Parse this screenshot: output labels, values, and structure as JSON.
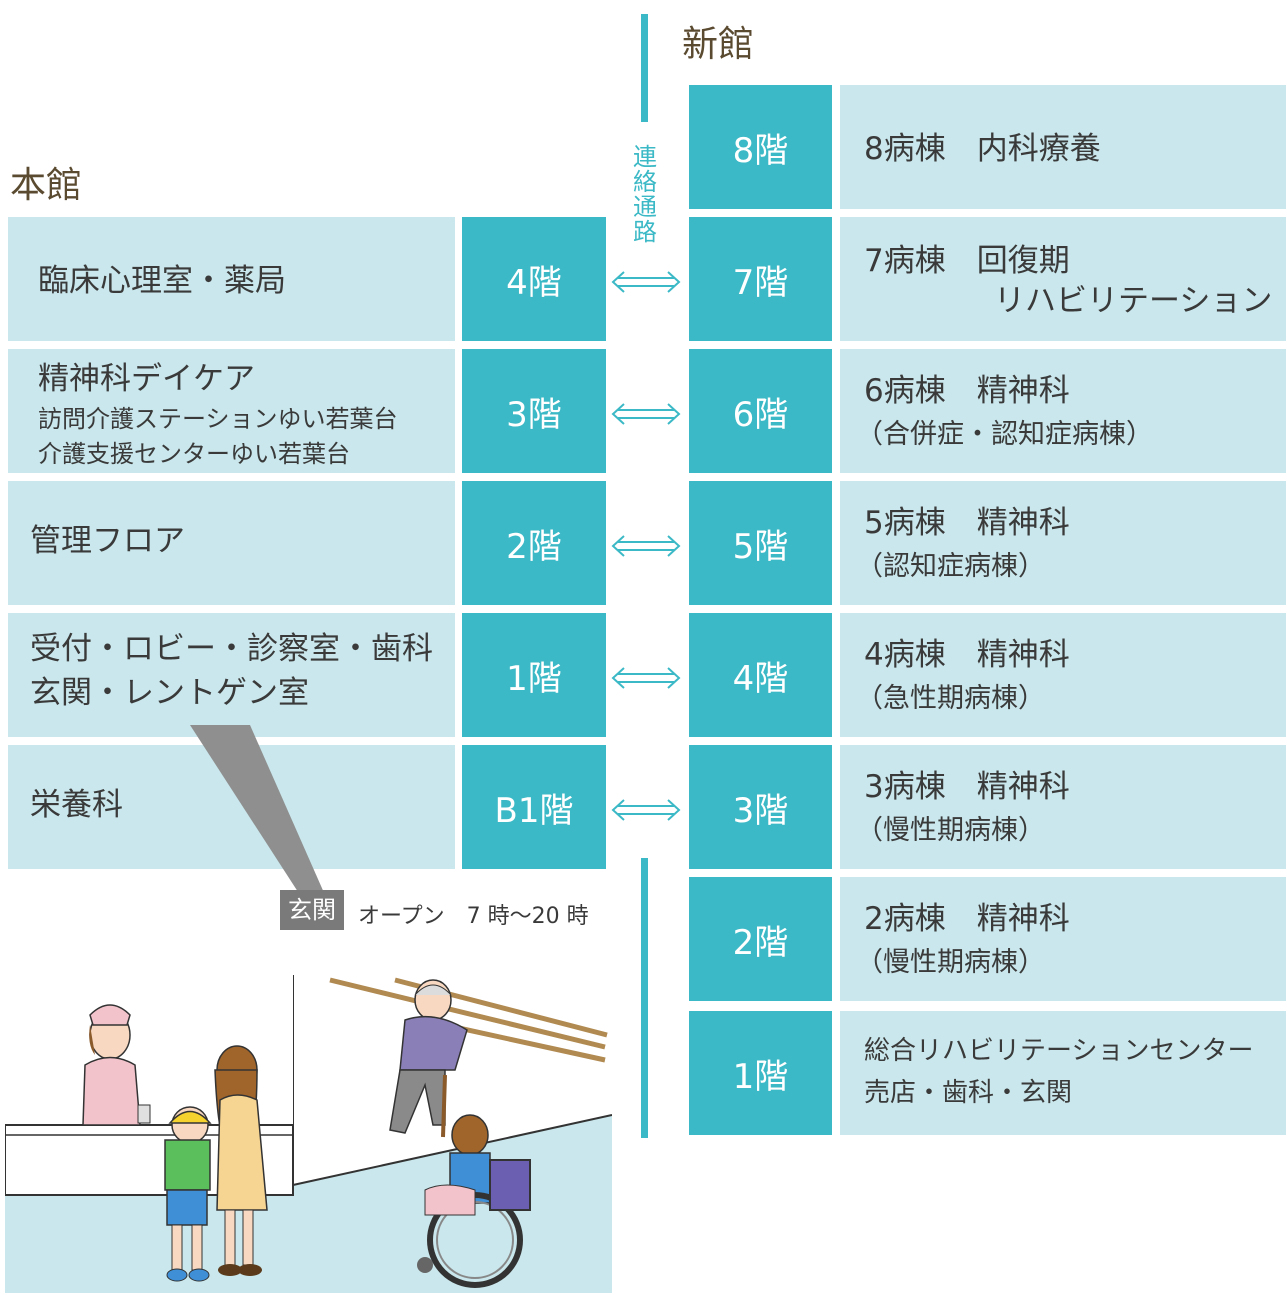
{
  "honkan": {
    "title": "本館",
    "floors": [
      {
        "floor": "4階",
        "depts": [
          "臨床心理室・薬局"
        ]
      },
      {
        "floor": "3階",
        "depts": [
          "精神科デイケア",
          "訪問介護ステーションゆい若葉台",
          "介護支援センターゆい若葉台"
        ]
      },
      {
        "floor": "2階",
        "depts": [
          "管理フロア"
        ]
      },
      {
        "floor": "1階",
        "depts": [
          "受付・ロビー・診察室・歯科",
          "玄関・レントゲン室"
        ]
      },
      {
        "floor": "B1階",
        "depts": [
          "栄養科"
        ]
      }
    ],
    "entrance": {
      "tag": "玄関",
      "hours": "オープン　7 時〜20 時"
    }
  },
  "connector": {
    "label": "連絡通路",
    "chars": [
      "連",
      "絡",
      "通",
      "路"
    ]
  },
  "shinkan": {
    "title": "新館",
    "floors": [
      {
        "floor": "8階",
        "lines": [
          "8病棟　内科療養"
        ]
      },
      {
        "floor": "7階",
        "lines": [
          "7病棟　回復期",
          "リハビリテーション"
        ]
      },
      {
        "floor": "6階",
        "lines": [
          "6病棟　精神科",
          "（合併症・認知症病棟）"
        ]
      },
      {
        "floor": "5階",
        "lines": [
          "5病棟　精神科",
          "（認知症病棟）"
        ]
      },
      {
        "floor": "4階",
        "lines": [
          "4病棟　精神科",
          "（急性期病棟）"
        ]
      },
      {
        "floor": "3階",
        "lines": [
          "3病棟　精神科",
          "（慢性期病棟）"
        ]
      },
      {
        "floor": "2階",
        "lines": [
          "2病棟　精神科",
          "（慢性期病棟）"
        ]
      },
      {
        "floor": "1階",
        "lines": [
          "総合リハビリテーションセンター",
          "売店・歯科・玄関"
        ]
      }
    ]
  },
  "colors": {
    "teal": "#3cb9c6",
    "light": "#c9e7ec",
    "title": "#5a4a30",
    "tag": "#7a7a7a"
  }
}
